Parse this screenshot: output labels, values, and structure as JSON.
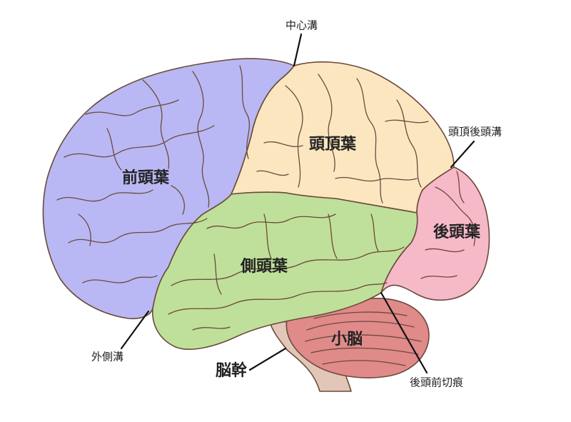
{
  "colors": {
    "frontal": "#b9b8f4",
    "parietal": "#fbe6c0",
    "temporal": "#bfe09a",
    "occipital": "#f6b9c8",
    "cerebellum": "#e08a8a",
    "brainstem": "#e2c6b8",
    "outline": "#6b4a3a",
    "leader": "#111111"
  },
  "lobes": {
    "frontal": "前頭葉",
    "parietal": "頭頂葉",
    "temporal": "側頭葉",
    "occipital": "後頭葉",
    "cerebellum": "小脳",
    "brainstem": "脳幹"
  },
  "callouts": {
    "central_sulcus": "中心溝",
    "parieto_occipital_sulcus": "頭頂後頭溝",
    "lateral_sulcus": "外側溝",
    "preoccipital_notch": "後頭前切痕"
  }
}
